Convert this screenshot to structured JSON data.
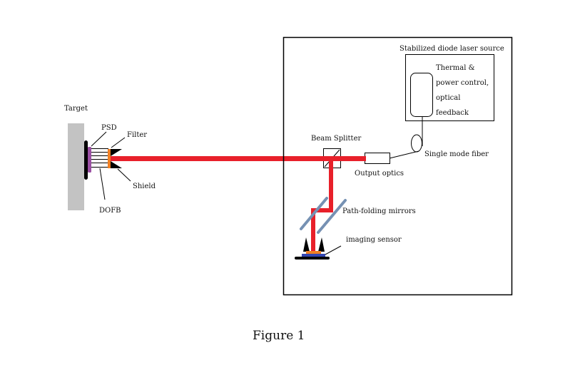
{
  "figure": {
    "caption": "Figure 1",
    "colors": {
      "beam": "#e8202a",
      "target": "#c3c3c3",
      "psd": "#9b4fa3",
      "filter": "#f07f22",
      "mirror": "#7691b3",
      "sensor_base": "#3346b0",
      "outline": "#000000"
    },
    "labels": {
      "target": "Target",
      "psd": "PSD",
      "filter": "Filter",
      "shield": "Shield",
      "dofb": "DOFB",
      "laser_source": "Stabilized diode laser source",
      "control_line1": "Thermal &",
      "control_line2": "power control,",
      "control_line3": "optical",
      "control_line4": "feedback",
      "beam_splitter": "Beam Splitter",
      "output_optics": "Output optics",
      "fiber": "Single mode fiber",
      "mirrors": "Path-folding mirrors",
      "sensor": "imaging sensor"
    }
  }
}
